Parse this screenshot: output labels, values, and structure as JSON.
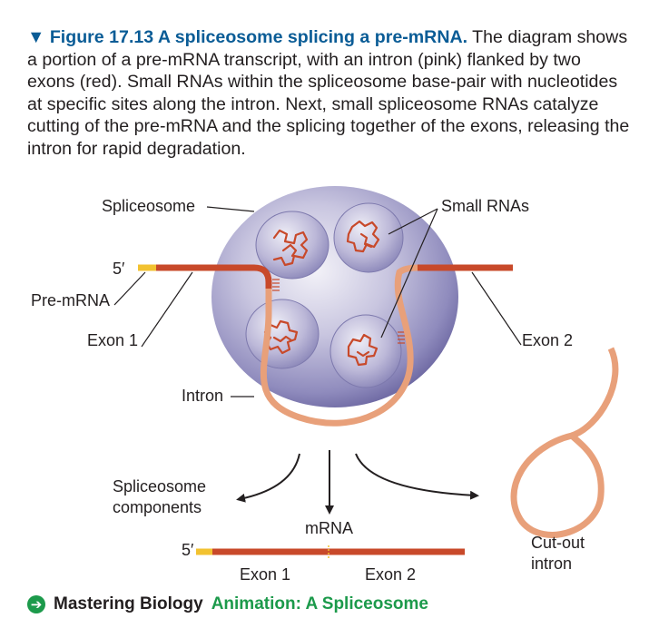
{
  "caption": {
    "figure_label": "▼ Figure 17.13 A spliceosome splicing a pre-mRNA.",
    "description": "The diagram shows a portion of a pre-mRNA transcript, with an intron (pink) flanked by two exons (red). Small RNAs within the spliceosome base-pair with nucleotides at specific sites along the intron. Next, small spliceosome RNAs catalyze cutting of the pre-mRNA and the splicing together of the exons, releasing the intron for rapid degradation."
  },
  "labels": {
    "spliceosome": "Spliceosome",
    "small_rnas": "Small RNAs",
    "five_prime_top": "5′",
    "pre_mrna": "Pre-mRNA",
    "exon1_top": "Exon 1",
    "exon2_top": "Exon 2",
    "intron": "Intron",
    "spliceosome_components_1": "Spliceosome",
    "spliceosome_components_2": "components",
    "mrna": "mRNA",
    "five_prime_bottom": "5′",
    "exon1_bottom": "Exon 1",
    "exon2_bottom": "Exon 2",
    "cut_out_1": "Cut-out",
    "cut_out_2": "intron"
  },
  "footer": {
    "mastering": "Mastering Biology",
    "animation": "Animation: A Spliceosome"
  },
  "colors": {
    "exon": "#c8492a",
    "intron": "#e8a07a",
    "five_prime_cap": "#f2c230",
    "spliceosome": "#8a86b8",
    "link_green": "#1c9a4b",
    "figure_blue": "#0a5c96"
  }
}
